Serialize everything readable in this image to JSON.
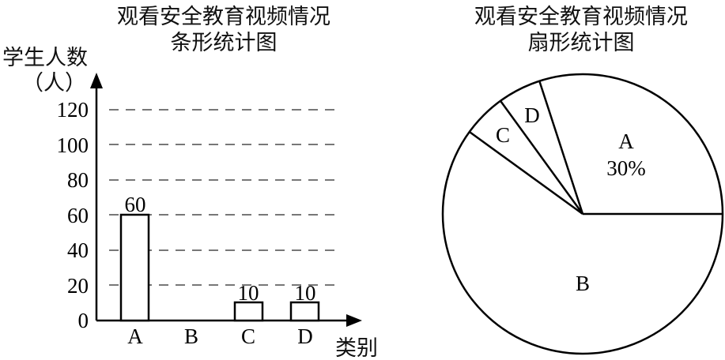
{
  "chart_data": [
    {
      "type": "bar",
      "title": "观看安全教育视频情况",
      "subtitle": "条形统计图",
      "ylabel": "学生人数",
      "ylabel_unit": "（人）",
      "xlabel": "类别",
      "categories": [
        "A",
        "B",
        "C",
        "D"
      ],
      "values": [
        60,
        null,
        10,
        10
      ],
      "data_labels": [
        "60",
        "",
        "10",
        "10"
      ],
      "yticks": [
        "0",
        "20",
        "40",
        "60",
        "80",
        "100",
        "120"
      ],
      "ylim": [
        0,
        120
      ],
      "grid": "dashed horizontal"
    },
    {
      "type": "pie",
      "title": "观看安全教育视频情况",
      "subtitle": "扇形统计图",
      "slices": [
        {
          "label": "A",
          "value_label": "30%",
          "percent": 30
        },
        {
          "label": "B",
          "value_label": "",
          "percent": 60
        },
        {
          "label": "C",
          "value_label": "",
          "percent": 5
        },
        {
          "label": "D",
          "value_label": "",
          "percent": 5
        }
      ]
    }
  ],
  "bar": {
    "title": "观看安全教育视频情况",
    "subtitle": "条形统计图",
    "ylabel": "学生人数",
    "ylabel_unit": "（人）",
    "xlabel": "类别",
    "yticks": [
      "0",
      "20",
      "40",
      "60",
      "80",
      "100",
      "120"
    ],
    "cats": [
      "A",
      "B",
      "C",
      "D"
    ],
    "labels": [
      "60",
      "10",
      "10"
    ]
  },
  "pie": {
    "title": "观看安全教育视频情况",
    "subtitle": "扇形统计图",
    "a_label": "A",
    "a_pct": "30%",
    "b_label": "B",
    "c_label": "C",
    "d_label": "D"
  }
}
